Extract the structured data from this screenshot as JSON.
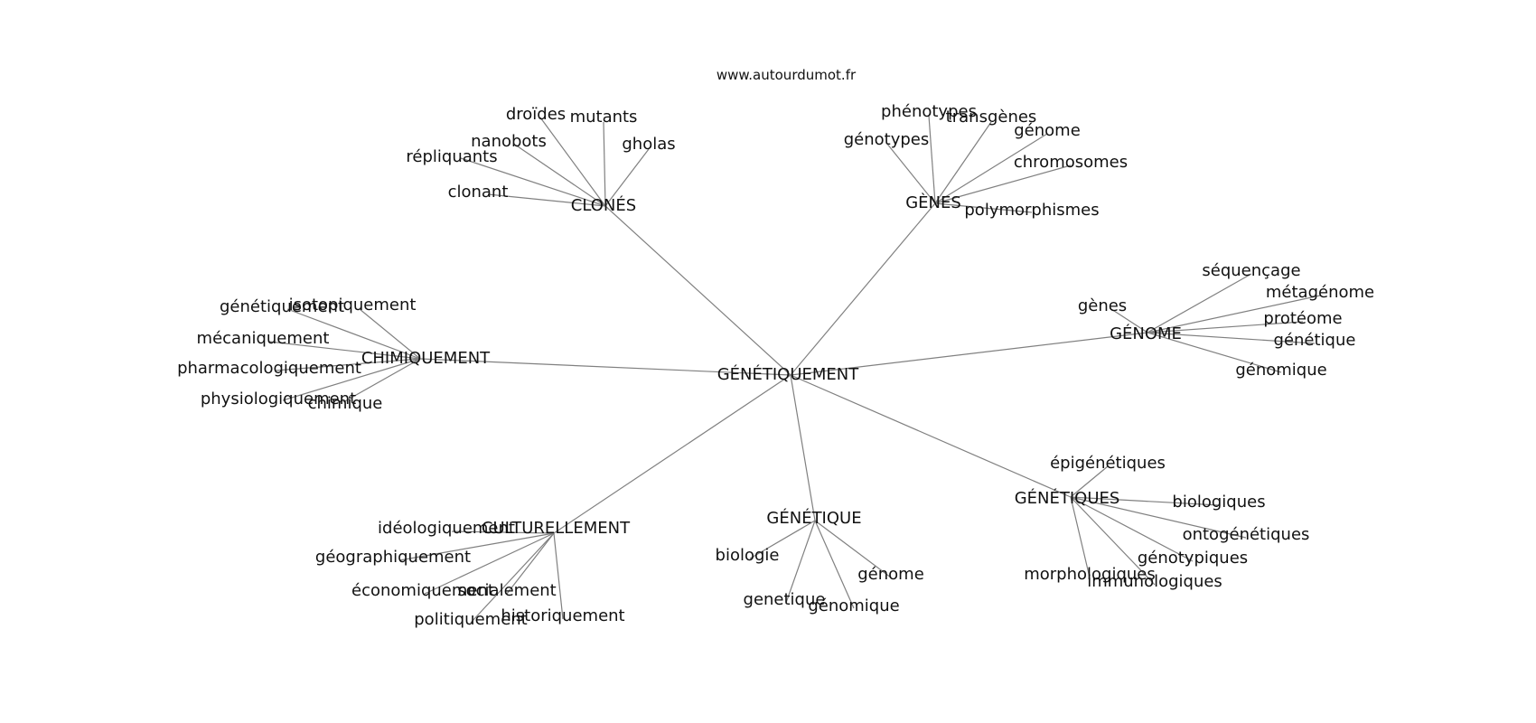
{
  "site_label": "www.autourdumot.fr",
  "center": "GÉNÉTIQUEMENT",
  "clusters": [
    {
      "hub": "CLONÉS",
      "words": [
        "droïdes",
        "mutants",
        "gholas",
        "nanobots",
        "répliquants",
        "clonant"
      ]
    },
    {
      "hub": "GÈNES",
      "words": [
        "phénotypes",
        "transgènes",
        "génome",
        "génotypes",
        "chromosomes",
        "polymorphismes"
      ]
    },
    {
      "hub": "GÉNOME",
      "words": [
        "séquençage",
        "métagénome",
        "gènes",
        "protéome",
        "génétique",
        "génomique"
      ]
    },
    {
      "hub": "CHIMIQUEMENT",
      "words": [
        "génétiquement",
        "isotopiquement",
        "mécaniquement",
        "pharmacologiquement",
        "physiologiquement",
        "chimique"
      ]
    },
    {
      "hub": "GÉNÉTIQUES",
      "words": [
        "épigénétiques",
        "biologiques",
        "ontogénétiques",
        "génotypiques",
        "morphologiques",
        "immunologiques"
      ]
    },
    {
      "hub": "GÉNÉTIQUE",
      "words": [
        "biologie",
        "génome",
        "genetique",
        "génomique"
      ]
    },
    {
      "hub": "CULTURELLEMENT",
      "words": [
        "idéologiquement",
        "géographiquement",
        "économiquement",
        "socialement",
        "politiquement",
        "historiquement"
      ]
    }
  ]
}
